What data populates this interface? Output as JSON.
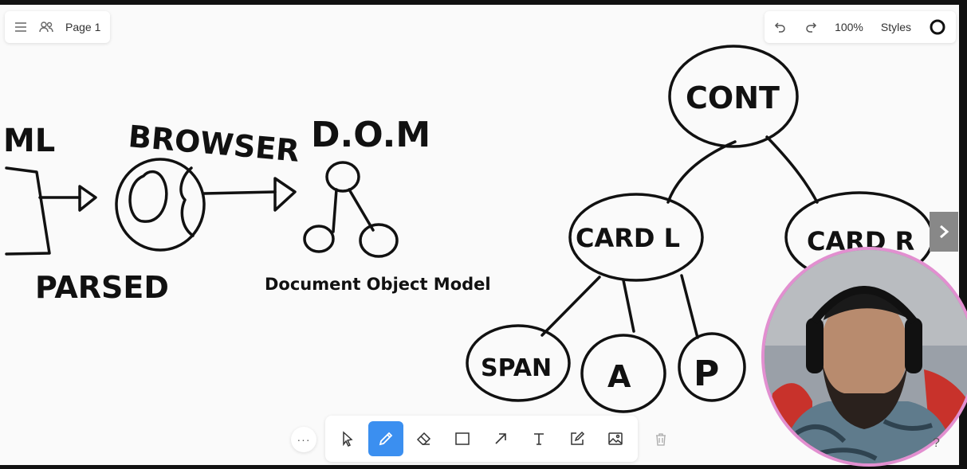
{
  "top_bar": {
    "page_label": "Page 1",
    "zoom_label": "100%",
    "styles_label": "Styles"
  },
  "drawing": {
    "html_partial": "ML",
    "browser": "BROWSER",
    "parsed": "PARSED",
    "dom": "D.O.M",
    "dom_caption": "Document Object Model",
    "cont": "CONT",
    "card_l": "CARD L",
    "card_r": "CARD R",
    "span": "SPAN",
    "a": "A",
    "p": "P"
  },
  "toolbar": {
    "more_label": "···",
    "tools": [
      "select-tool",
      "pencil-tool",
      "eraser-tool",
      "rectangle-tool",
      "arrow-tool",
      "text-tool",
      "sticky-note-tool",
      "image-tool"
    ],
    "active_tool": "pencil-tool"
  },
  "help_label": "?",
  "icons": [
    "menu-icon",
    "users-icon",
    "undo-icon",
    "redo-icon",
    "circle-style-icon",
    "chevron-right-icon",
    "trash-icon"
  ],
  "colors": {
    "accent": "#3b8ff0",
    "webcam_border": "#e28fd0",
    "ink": "#111111"
  }
}
